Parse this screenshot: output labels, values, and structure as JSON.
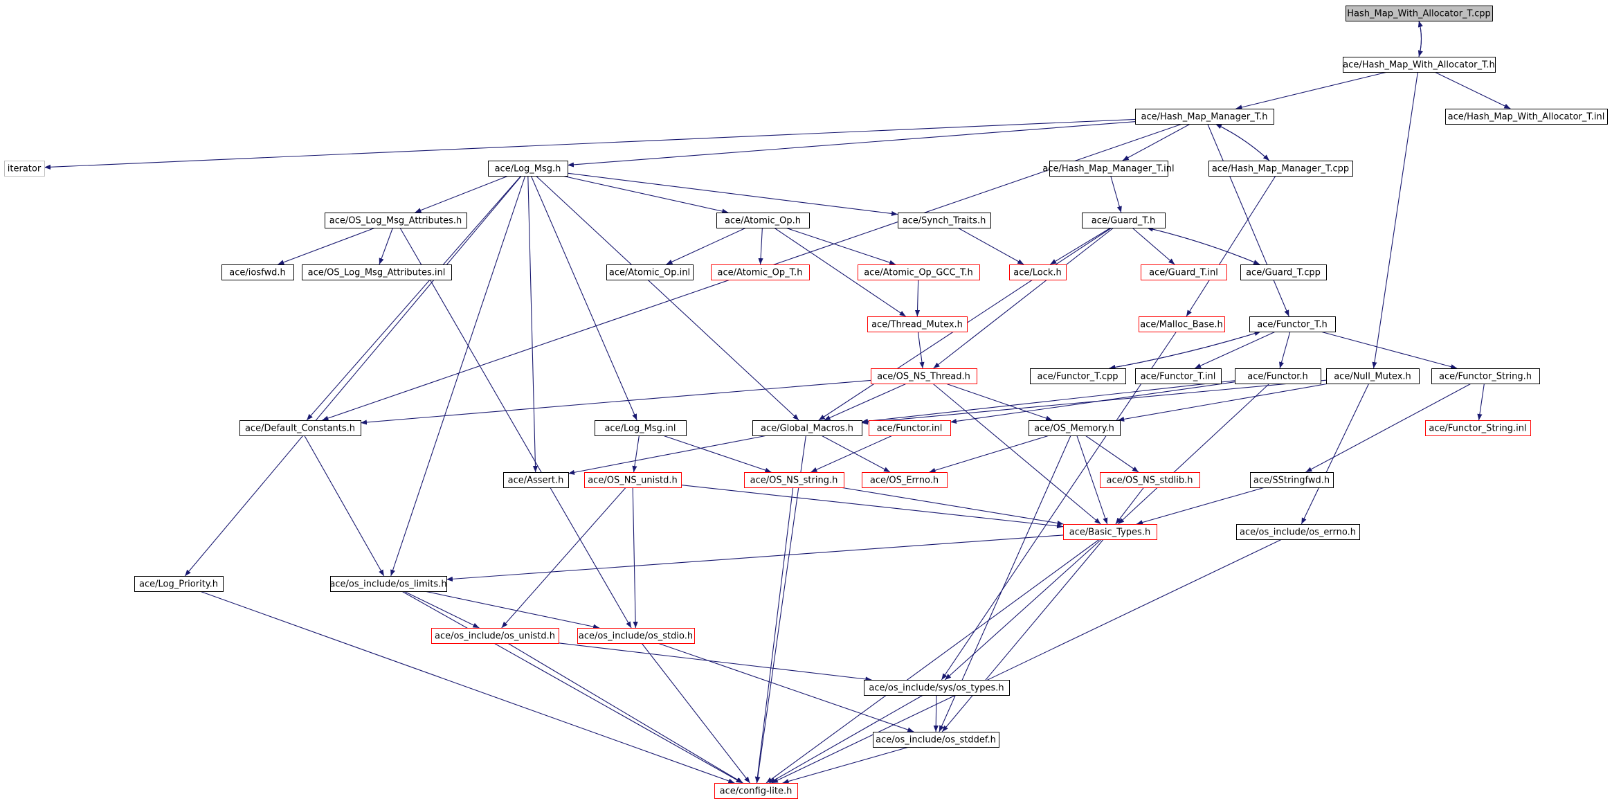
{
  "colors": {
    "edge": "#191970",
    "border_default": "#000000",
    "border_undocumented": "#ff0000",
    "border_external": "#bfbfbf",
    "fill_root": "#bfbfbf",
    "fill_default": "#ffffff"
  },
  "nodes": [
    {
      "id": "n0",
      "label": "Hash_Map_With_Allocator_T.cpp",
      "kind": "root"
    },
    {
      "id": "n1",
      "label": "ace/Hash_Map_With_Allocator_T.h",
      "kind": "default"
    },
    {
      "id": "n2",
      "label": "ace/Hash_Map_Manager_T.h",
      "kind": "default"
    },
    {
      "id": "n3",
      "label": "ace/Hash_Map_With_Allocator_T.inl",
      "kind": "default"
    },
    {
      "id": "n4",
      "label": "iterator",
      "kind": "external"
    },
    {
      "id": "n5",
      "label": "ace/Log_Msg.h",
      "kind": "default"
    },
    {
      "id": "n6",
      "label": "ace/Hash_Map_Manager_T.inl",
      "kind": "default"
    },
    {
      "id": "n7",
      "label": "ace/Hash_Map_Manager_T.cpp",
      "kind": "default"
    },
    {
      "id": "n8",
      "label": "ace/OS_Log_Msg_Attributes.h",
      "kind": "default"
    },
    {
      "id": "n9",
      "label": "ace/Atomic_Op.h",
      "kind": "default"
    },
    {
      "id": "n10",
      "label": "ace/Synch_Traits.h",
      "kind": "default"
    },
    {
      "id": "n11",
      "label": "ace/Guard_T.h",
      "kind": "default"
    },
    {
      "id": "n12",
      "label": "ace/iosfwd.h",
      "kind": "default"
    },
    {
      "id": "n13",
      "label": "ace/OS_Log_Msg_Attributes.inl",
      "kind": "default"
    },
    {
      "id": "n14",
      "label": "ace/Atomic_Op.inl",
      "kind": "default"
    },
    {
      "id": "n15",
      "label": "ace/Atomic_Op_T.h",
      "kind": "undocumented"
    },
    {
      "id": "n16",
      "label": "ace/Atomic_Op_GCC_T.h",
      "kind": "undocumented"
    },
    {
      "id": "n17",
      "label": "ace/Lock.h",
      "kind": "undocumented"
    },
    {
      "id": "n18",
      "label": "ace/Guard_T.inl",
      "kind": "undocumented"
    },
    {
      "id": "n19",
      "label": "ace/Guard_T.cpp",
      "kind": "default"
    },
    {
      "id": "n20",
      "label": "ace/Thread_Mutex.h",
      "kind": "undocumented"
    },
    {
      "id": "n21",
      "label": "ace/Malloc_Base.h",
      "kind": "undocumented"
    },
    {
      "id": "n22",
      "label": "ace/Functor_T.h",
      "kind": "default"
    },
    {
      "id": "n23",
      "label": "ace/OS_NS_Thread.h",
      "kind": "undocumented"
    },
    {
      "id": "n24",
      "label": "ace/Functor_T.cpp",
      "kind": "default"
    },
    {
      "id": "n25",
      "label": "ace/Functor_T.inl",
      "kind": "default"
    },
    {
      "id": "n26",
      "label": "ace/Functor.h",
      "kind": "default"
    },
    {
      "id": "n27",
      "label": "ace/Null_Mutex.h",
      "kind": "default"
    },
    {
      "id": "n28",
      "label": "ace/Functor_String.h",
      "kind": "default"
    },
    {
      "id": "n29",
      "label": "ace/Default_Constants.h",
      "kind": "default"
    },
    {
      "id": "n30",
      "label": "ace/Log_Msg.inl",
      "kind": "default"
    },
    {
      "id": "n31",
      "label": "ace/Global_Macros.h",
      "kind": "default"
    },
    {
      "id": "n32",
      "label": "ace/Functor.inl",
      "kind": "undocumented"
    },
    {
      "id": "n33",
      "label": "ace/OS_Memory.h",
      "kind": "default"
    },
    {
      "id": "n34",
      "label": "ace/Functor_String.inl",
      "kind": "undocumented"
    },
    {
      "id": "n35",
      "label": "ace/Assert.h",
      "kind": "default"
    },
    {
      "id": "n36",
      "label": "ace/OS_NS_unistd.h",
      "kind": "undocumented"
    },
    {
      "id": "n37",
      "label": "ace/OS_NS_string.h",
      "kind": "undocumented"
    },
    {
      "id": "n38",
      "label": "ace/OS_Errno.h",
      "kind": "undocumented"
    },
    {
      "id": "n39",
      "label": "ace/OS_NS_stdlib.h",
      "kind": "undocumented"
    },
    {
      "id": "n40",
      "label": "ace/SStringfwd.h",
      "kind": "default"
    },
    {
      "id": "n41",
      "label": "ace/Basic_Types.h",
      "kind": "undocumented"
    },
    {
      "id": "n42",
      "label": "ace/os_include/os_errno.h",
      "kind": "default"
    },
    {
      "id": "n43",
      "label": "ace/Log_Priority.h",
      "kind": "default"
    },
    {
      "id": "n44",
      "label": "ace/os_include/os_limits.h",
      "kind": "default"
    },
    {
      "id": "n45",
      "label": "ace/os_include/os_unistd.h",
      "kind": "undocumented"
    },
    {
      "id": "n46",
      "label": "ace/os_include/os_stdio.h",
      "kind": "undocumented"
    },
    {
      "id": "n47",
      "label": "ace/os_include/sys/os_types.h",
      "kind": "default"
    },
    {
      "id": "n48",
      "label": "ace/os_include/os_stddef.h",
      "kind": "default"
    },
    {
      "id": "n49",
      "label": "ace/config-lite.h",
      "kind": "undocumented"
    }
  ],
  "edges": [
    [
      "n0",
      "n1"
    ],
    [
      "n1",
      "n0"
    ],
    [
      "n1",
      "n2"
    ],
    [
      "n1",
      "n3"
    ],
    [
      "n1",
      "n27"
    ],
    [
      "n2",
      "n4"
    ],
    [
      "n2",
      "n5"
    ],
    [
      "n2",
      "n29"
    ],
    [
      "n2",
      "n6"
    ],
    [
      "n2",
      "n7"
    ],
    [
      "n7",
      "n2"
    ],
    [
      "n2",
      "n22"
    ],
    [
      "n5",
      "n8"
    ],
    [
      "n5",
      "n9"
    ],
    [
      "n5",
      "n10"
    ],
    [
      "n5",
      "n29"
    ],
    [
      "n5",
      "n30"
    ],
    [
      "n5",
      "n31"
    ],
    [
      "n5",
      "n35"
    ],
    [
      "n5",
      "n43"
    ],
    [
      "n5",
      "n44"
    ],
    [
      "n8",
      "n12"
    ],
    [
      "n8",
      "n13"
    ],
    [
      "n8",
      "n46"
    ],
    [
      "n9",
      "n14"
    ],
    [
      "n9",
      "n15"
    ],
    [
      "n9",
      "n16"
    ],
    [
      "n9",
      "n20"
    ],
    [
      "n10",
      "n17"
    ],
    [
      "n6",
      "n11"
    ],
    [
      "n11",
      "n17"
    ],
    [
      "n11",
      "n18"
    ],
    [
      "n11",
      "n19"
    ],
    [
      "n19",
      "n11"
    ],
    [
      "n11",
      "n23"
    ],
    [
      "n11",
      "n31"
    ],
    [
      "n16",
      "n20"
    ],
    [
      "n20",
      "n23"
    ],
    [
      "n7",
      "n21"
    ],
    [
      "n21",
      "n47"
    ],
    [
      "n22",
      "n24"
    ],
    [
      "n24",
      "n22"
    ],
    [
      "n22",
      "n25"
    ],
    [
      "n22",
      "n26"
    ],
    [
      "n22",
      "n28"
    ],
    [
      "n23",
      "n29"
    ],
    [
      "n23",
      "n31"
    ],
    [
      "n23",
      "n33"
    ],
    [
      "n23",
      "n41"
    ],
    [
      "n26",
      "n31"
    ],
    [
      "n26",
      "n32"
    ],
    [
      "n26",
      "n41"
    ],
    [
      "n27",
      "n31"
    ],
    [
      "n27",
      "n33"
    ],
    [
      "n27",
      "n42"
    ],
    [
      "n28",
      "n34"
    ],
    [
      "n28",
      "n40"
    ],
    [
      "n29",
      "n44"
    ],
    [
      "n30",
      "n36"
    ],
    [
      "n30",
      "n37"
    ],
    [
      "n31",
      "n35"
    ],
    [
      "n31",
      "n38"
    ],
    [
      "n31",
      "n49"
    ],
    [
      "n32",
      "n37"
    ],
    [
      "n33",
      "n38"
    ],
    [
      "n33",
      "n39"
    ],
    [
      "n33",
      "n41"
    ],
    [
      "n33",
      "n48"
    ],
    [
      "n36",
      "n41"
    ],
    [
      "n36",
      "n45"
    ],
    [
      "n36",
      "n46"
    ],
    [
      "n37",
      "n41"
    ],
    [
      "n37",
      "n49"
    ],
    [
      "n39",
      "n41"
    ],
    [
      "n40",
      "n41"
    ],
    [
      "n41",
      "n44"
    ],
    [
      "n41",
      "n47"
    ],
    [
      "n41",
      "n48"
    ],
    [
      "n41",
      "n49"
    ],
    [
      "n42",
      "n49"
    ],
    [
      "n43",
      "n49"
    ],
    [
      "n44",
      "n45"
    ],
    [
      "n44",
      "n46"
    ],
    [
      "n44",
      "n49"
    ],
    [
      "n45",
      "n47"
    ],
    [
      "n45",
      "n49"
    ],
    [
      "n46",
      "n48"
    ],
    [
      "n46",
      "n49"
    ],
    [
      "n47",
      "n48"
    ],
    [
      "n47",
      "n49"
    ],
    [
      "n48",
      "n49"
    ]
  ]
}
